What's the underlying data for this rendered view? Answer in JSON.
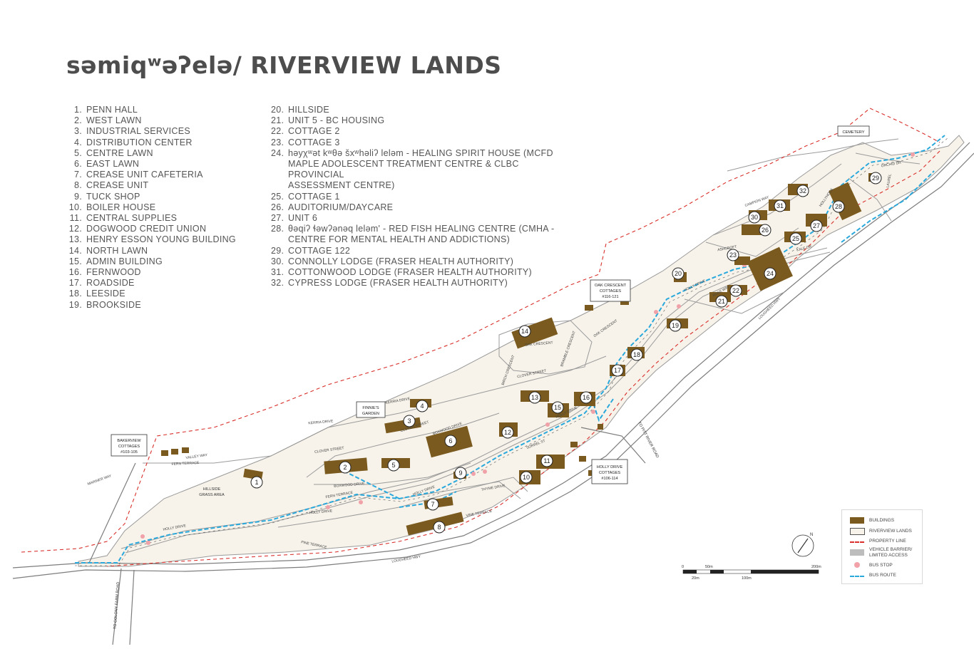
{
  "title": "səmiqʷəʔelə/ RIVERVIEW LANDS",
  "legend_left": [
    {
      "num": "1.",
      "label": "PENN HALL"
    },
    {
      "num": "2.",
      "label": "WEST LAWN"
    },
    {
      "num": "3.",
      "label": "INDUSTRIAL SERVICES"
    },
    {
      "num": "4.",
      "label": "DISTRIBUTION CENTER"
    },
    {
      "num": "5.",
      "label": "CENTRE LAWN"
    },
    {
      "num": "6.",
      "label": "EAST LAWN"
    },
    {
      "num": "7.",
      "label": "CREASE UNIT CAFETERIA"
    },
    {
      "num": "8.",
      "label": "CREASE UNIT"
    },
    {
      "num": "9.",
      "label": "TUCK SHOP"
    },
    {
      "num": "10.",
      "label": "BOILER HOUSE"
    },
    {
      "num": "11.",
      "label": "CENTRAL SUPPLIES"
    },
    {
      "num": "12.",
      "label": "DOGWOOD CREDIT UNION"
    },
    {
      "num": "13.",
      "label": "HENRY ESSON YOUNG BUILDING"
    },
    {
      "num": "14.",
      "label": "NORTH LAWN"
    },
    {
      "num": "15.",
      "label": "ADMIN BUILDING"
    },
    {
      "num": "16.",
      "label": "FERNWOOD"
    },
    {
      "num": "17.",
      "label": "ROADSIDE"
    },
    {
      "num": "18.",
      "label": "LEESIDE"
    },
    {
      "num": "19.",
      "label": "BROOKSIDE"
    }
  ],
  "legend_right": [
    {
      "num": "20.",
      "lines": [
        "HILLSIDE"
      ]
    },
    {
      "num": "21.",
      "lines": [
        "UNIT 5 - BC HOUSING"
      ]
    },
    {
      "num": "22.",
      "lines": [
        "COTTAGE 2"
      ]
    },
    {
      "num": "23.",
      "lines": [
        "COTTAGE 3"
      ]
    },
    {
      "num": "24.",
      "lines": [
        "həyχʷət kʷθə šxʷhəliʔ leləm - HEALING SPIRIT HOUSE (MCFD",
        "MAPLE ADOLESCENT TREATMENT CENTRE & CLBC PROVINCIAL",
        "ASSESSMENT CENTRE)"
      ]
    },
    {
      "num": "25.",
      "lines": [
        "COTTAGE 1"
      ]
    },
    {
      "num": "26.",
      "lines": [
        "AUDITORIUM/DAYCARE"
      ]
    },
    {
      "num": "27.",
      "lines": [
        "UNIT 6"
      ]
    },
    {
      "num": "28.",
      "lines": [
        "θəqiʔ ɬəwʔənəq leləm' - RED FISH HEALING CENTRE (CMHA -",
        "CENTRE FOR MENTAL HEALTH AND ADDICTIONS)"
      ]
    },
    {
      "num": "29.",
      "lines": [
        "COTTAGE 122"
      ]
    },
    {
      "num": "30.",
      "lines": [
        "CONNOLLY LODGE (FRASER HEALTH AUTHORITY)"
      ]
    },
    {
      "num": "31.",
      "lines": [
        "COTTONWOOD LODGE (FRASER HEALTH AUTHORITY)"
      ]
    },
    {
      "num": "32.",
      "lines": [
        "CYPRESS LODGE (FRASER HEALTH AUTHORITY)"
      ]
    }
  ],
  "callouts": {
    "cemetery": "CEMETERY",
    "finnies": [
      "FINNIE'S",
      "GARDEN"
    ],
    "bakerview": [
      "BAKERVIEW",
      "COTTAGES",
      "#103-105"
    ],
    "oak_crescent": [
      "OAK CRESCENT",
      "COTTAGES",
      "#116-121"
    ],
    "holly_drive": [
      "HOLLY DRIVE",
      "COTTAGES",
      "#106-114"
    ]
  },
  "area_labels": {
    "hillside_grass": [
      "HILLSIDE",
      "GRASS AREA"
    ],
    "to_colony": "TO COLONY FARM ROAD",
    "to_pitt": "TO PITT RIVER ROAD"
  },
  "streets": {
    "mariner": "MARINER WAY",
    "fern_terrace_w": "FERN TERRACE",
    "fern_terrace_m": "FERN TERRACE",
    "holly_drive_w": "HOLLY DRIVE",
    "holly_drive_2": "HOLLY DRIVE",
    "holly_drive_3": "HOLLY DRIVE",
    "holly_drive_4": "HOLLY DRIVE",
    "holly_drive_5": "HOLLY DRIVE",
    "pine_terrace": "PINE TERRACE",
    "lougheed_w": "LOUGHEED HWY",
    "lougheed_e": "LOUGHEED HWY",
    "clover_street_w": "CLOVER STREET",
    "clover_street_2": "CLOVER STREET",
    "clover_street_3": "CLOVER STREET",
    "kerria_1": "KERRIA DRIVE",
    "kerria_2": "KERRIA DRIVE",
    "boxwood_1": "BOXWOOD DRIVE",
    "boxwood_2": "BOXWOOD DRIVE",
    "thyme": "THYME DRIVE",
    "vine": "VINE TERRACE",
    "sorrel": "SORREL ST",
    "oak_cres_1": "OAK CRESCENT",
    "oak_cres_2": "OAK CRESCENT",
    "birch": "BIRCH CRESCENT",
    "bramble": "BRAMBLE CRESCENT",
    "campion": "CAMPION WAY",
    "orchid": "ORCHID DR",
    "hollyhock": "HOLLYHOCK",
    "valley": "VALLEY WAY",
    "kale": "KALE DR",
    "rose": "ROSE WAY",
    "ashcroft": "ASHCROFT",
    "laurel": "LAUREL"
  },
  "buildings_nums": [
    "1",
    "2",
    "3",
    "4",
    "5",
    "6",
    "7",
    "8",
    "9",
    "10",
    "11",
    "12",
    "13",
    "14",
    "15",
    "16",
    "17",
    "18",
    "19",
    "20",
    "21",
    "22",
    "23",
    "24",
    "25",
    "26",
    "27",
    "28",
    "29",
    "30",
    "31",
    "32"
  ],
  "key": {
    "buildings": "BUILDINGS",
    "lands": "RIVERVIEW LANDS",
    "property": "PROPERTY LINE",
    "barrier": [
      "VEHICLE BARRIER/",
      "LIMITED ACCESS"
    ],
    "bus_stop": "BUS STOP",
    "bus_route": "BUS ROUTE"
  },
  "scale": {
    "top": [
      "0",
      "50m",
      "200m"
    ],
    "bottom": [
      "20m",
      "100m"
    ]
  },
  "north": "N",
  "colors": {
    "land": "#f7f3ea",
    "building": "#7a5a1e",
    "property": "#d9302c",
    "bus": "#29a8dc",
    "bus_stop": "#f1a1a8",
    "road": "#8c8c8c",
    "barrier": "#bdbdbd"
  }
}
